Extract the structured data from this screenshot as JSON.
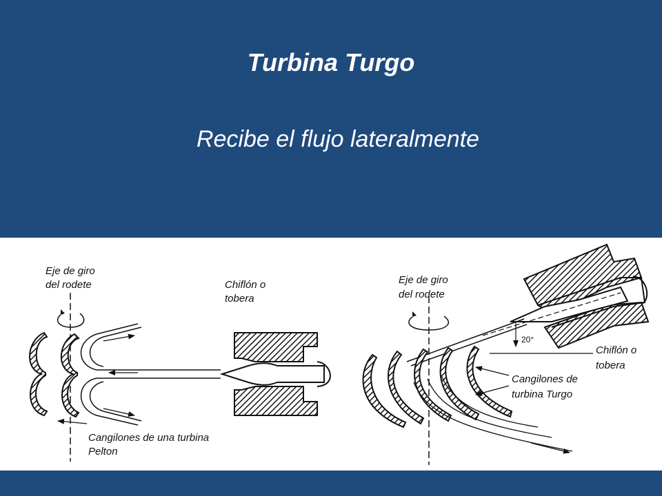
{
  "slide": {
    "title": "Turbina Turgo",
    "subtitle": "Recibe el flujo lateralmente"
  },
  "diagram": {
    "pelton": {
      "axis_label_line1": "Eje de giro",
      "axis_label_line2": "del rodete",
      "nozzle_label_line1": "Chiflón o",
      "nozzle_label_line2": "tobera",
      "buckets_label_line1": "Cangilones de una turbina",
      "buckets_label_line2": "Pelton"
    },
    "turgo": {
      "axis_label_line1": "Eje de giro",
      "axis_label_line2": "del rodete",
      "nozzle_label_line1": "Chiflón o",
      "nozzle_label_line2": "tobera",
      "buckets_label_line1": "Cangilones de",
      "buckets_label_line2": "turbina Turgo",
      "angle_label": "20°"
    }
  }
}
